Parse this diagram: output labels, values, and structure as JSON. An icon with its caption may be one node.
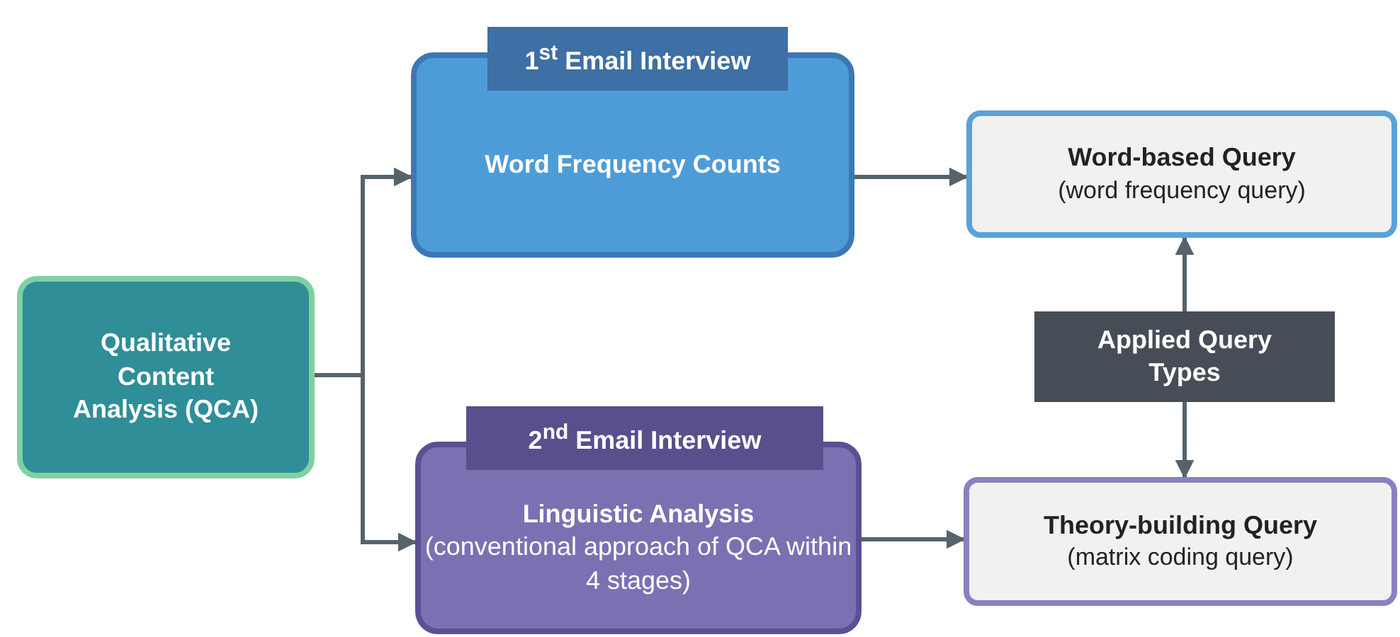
{
  "diagram": {
    "nodes": [
      {
        "text": [
          "Qualitative Content Analysis (QCA)"
        ]
      },
      {
        "text": [
          "1$^{st}$ Email Interview",
          "Word Frequency Counts"
        ]
      },
      {
        "text": [
          "2$^{nd}$  Email Interview",
          "Linguistic Analysis",
          "(conventional approach of QCA within 4 stages)"
        ]
      },
      {
        "text": [
          "Word-based Query",
          "(word frequency query)"
        ]
      },
      {
        "text": [
          "Applied Query Types"
        ]
      },
      {
        "text": [
          "Theory-building Query",
          "(matrix coding query)"
        ]
      }
    ],
    "edges": [
      {
        "from": 0,
        "to": 1,
        "arrow": "to"
      },
      {
        "from": 0,
        "to": 2,
        "arrow": "to"
      },
      {
        "from": 1,
        "to": 3,
        "arrow": "to"
      },
      {
        "from": 2,
        "to": 5,
        "arrow": "to"
      },
      {
        "from": 4,
        "to": 3,
        "arrow": "to"
      },
      {
        "from": 4,
        "to": 5,
        "arrow": "to"
      }
    ]
  }
}
